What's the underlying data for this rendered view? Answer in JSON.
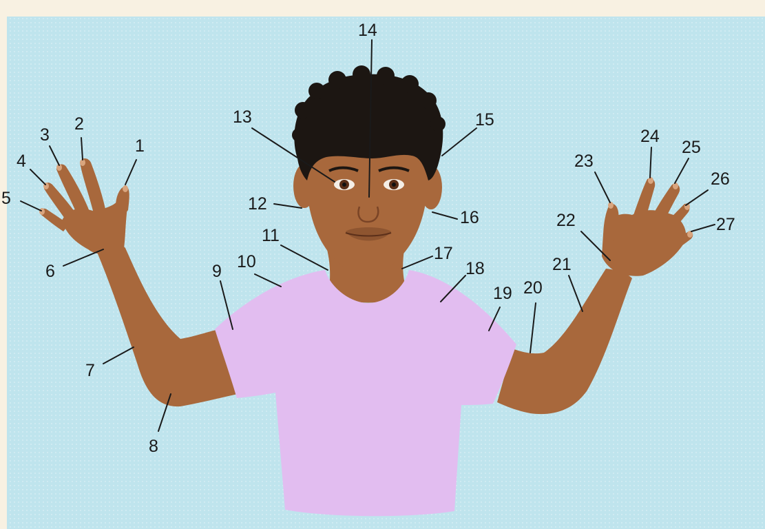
{
  "colors": {
    "frame": "#f8f1e2",
    "background": "#bfe4ed",
    "skin": "#a8683c",
    "skin_shadow": "#8e5530",
    "shirt": "#e2bdf0",
    "hair": "#1c1612",
    "line": "#1a1a1a"
  },
  "labels": [
    {
      "id": "1",
      "text": "1"
    },
    {
      "id": "2",
      "text": "2"
    },
    {
      "id": "3",
      "text": "3"
    },
    {
      "id": "4",
      "text": "4"
    },
    {
      "id": "5",
      "text": "5"
    },
    {
      "id": "6",
      "text": "6"
    },
    {
      "id": "7",
      "text": "7"
    },
    {
      "id": "8",
      "text": "8"
    },
    {
      "id": "9",
      "text": "9"
    },
    {
      "id": "10",
      "text": "10"
    },
    {
      "id": "11",
      "text": "11"
    },
    {
      "id": "12",
      "text": "12"
    },
    {
      "id": "13",
      "text": "13"
    },
    {
      "id": "14",
      "text": "14"
    },
    {
      "id": "15",
      "text": "15"
    },
    {
      "id": "16",
      "text": "16"
    },
    {
      "id": "17",
      "text": "17"
    },
    {
      "id": "18",
      "text": "18"
    },
    {
      "id": "19",
      "text": "19"
    },
    {
      "id": "20",
      "text": "20"
    },
    {
      "id": "21",
      "text": "21"
    },
    {
      "id": "22",
      "text": "22"
    },
    {
      "id": "23",
      "text": "23"
    },
    {
      "id": "24",
      "text": "24"
    },
    {
      "id": "25",
      "text": "25"
    },
    {
      "id": "26",
      "text": "26"
    },
    {
      "id": "27",
      "text": "27"
    }
  ]
}
